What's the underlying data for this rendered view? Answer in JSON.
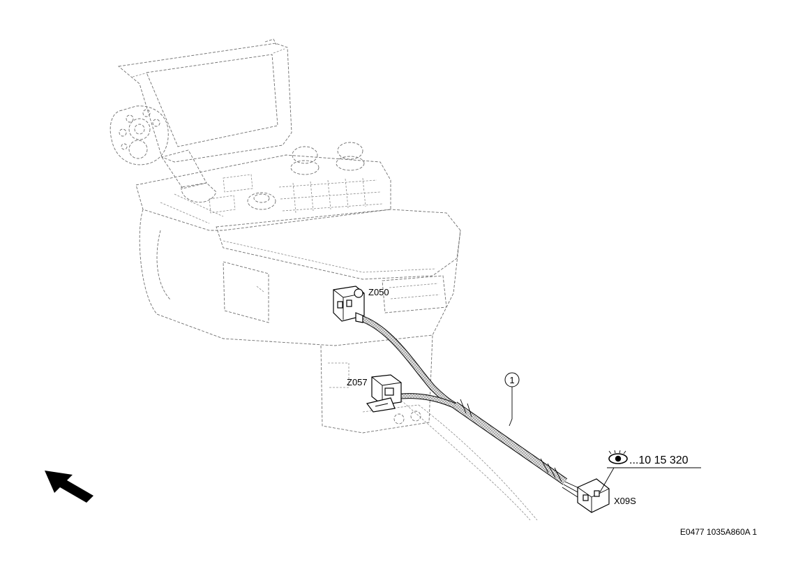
{
  "figure": {
    "code": "E0477 1035A860A 1",
    "labels": {
      "z050": "Z050",
      "z057": "Z057",
      "x09s": "X09S",
      "item": "1",
      "reference": "...10 15 320"
    },
    "icons": {
      "eye": "eye-icon",
      "arrow": "direction-arrow-icon"
    },
    "colors": {
      "line": "#000000",
      "ghost": "#6e6e6e",
      "harness": "#c8c8c8"
    }
  }
}
